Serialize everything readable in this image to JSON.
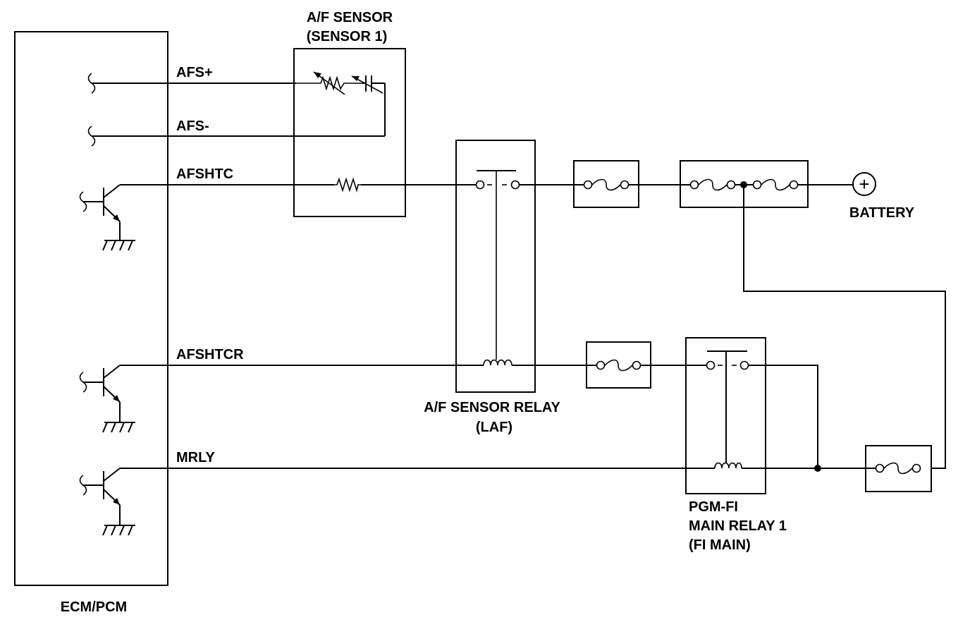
{
  "ecm": {
    "label": "ECM/PCM"
  },
  "signals": {
    "afs_plus": "AFS+",
    "afs_minus": "AFS-",
    "afshtc": "AFSHTC",
    "afshtcr": "AFSHTCR",
    "mrly": "MRLY"
  },
  "af_sensor": {
    "line1": "A/F SENSOR",
    "line2": "(SENSOR 1)"
  },
  "af_relay": {
    "line1": "A/F SENSOR RELAY",
    "line2": "(LAF)"
  },
  "main_relay": {
    "line1": "PGM-FI",
    "line2": "MAIN RELAY 1",
    "line3": "(FI MAIN)"
  },
  "battery": {
    "label": "BATTERY",
    "symbol": "+"
  }
}
